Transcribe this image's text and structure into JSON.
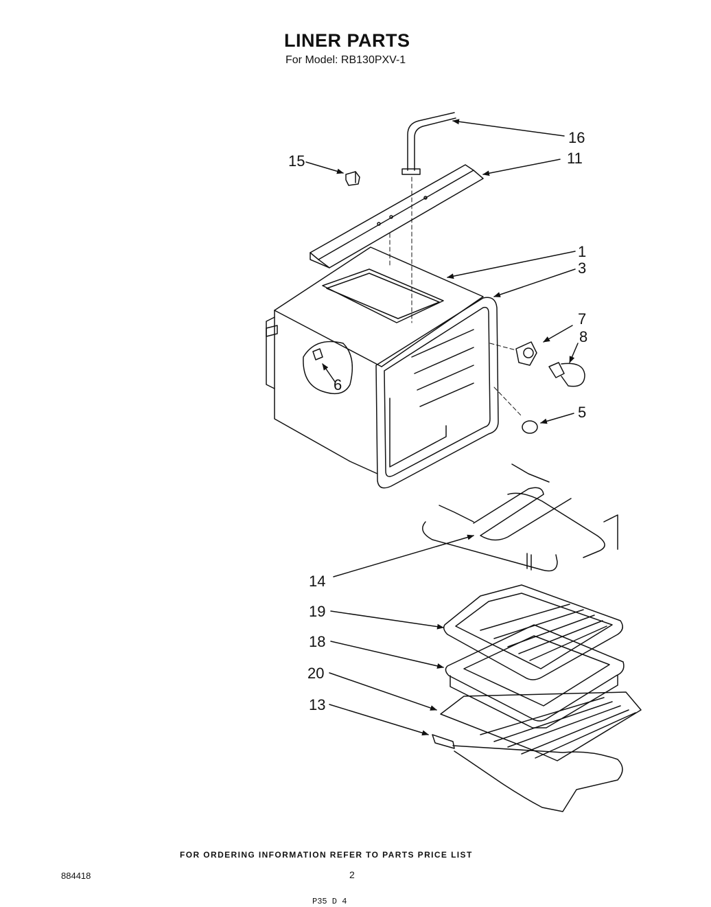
{
  "header": {
    "title": "LINER PARTS",
    "subtitle": "For Model: RB130PXV-1"
  },
  "callouts": [
    "16",
    "11",
    "15",
    "1",
    "3",
    "7",
    "8",
    "6",
    "5",
    "14",
    "19",
    "18",
    "20",
    "13"
  ],
  "footer": {
    "ordering_note": "FOR ORDERING INFORMATION REFER TO PARTS PRICE LIST",
    "document_number": "884418",
    "page_number": "2",
    "stamp": "P35 D 4"
  }
}
